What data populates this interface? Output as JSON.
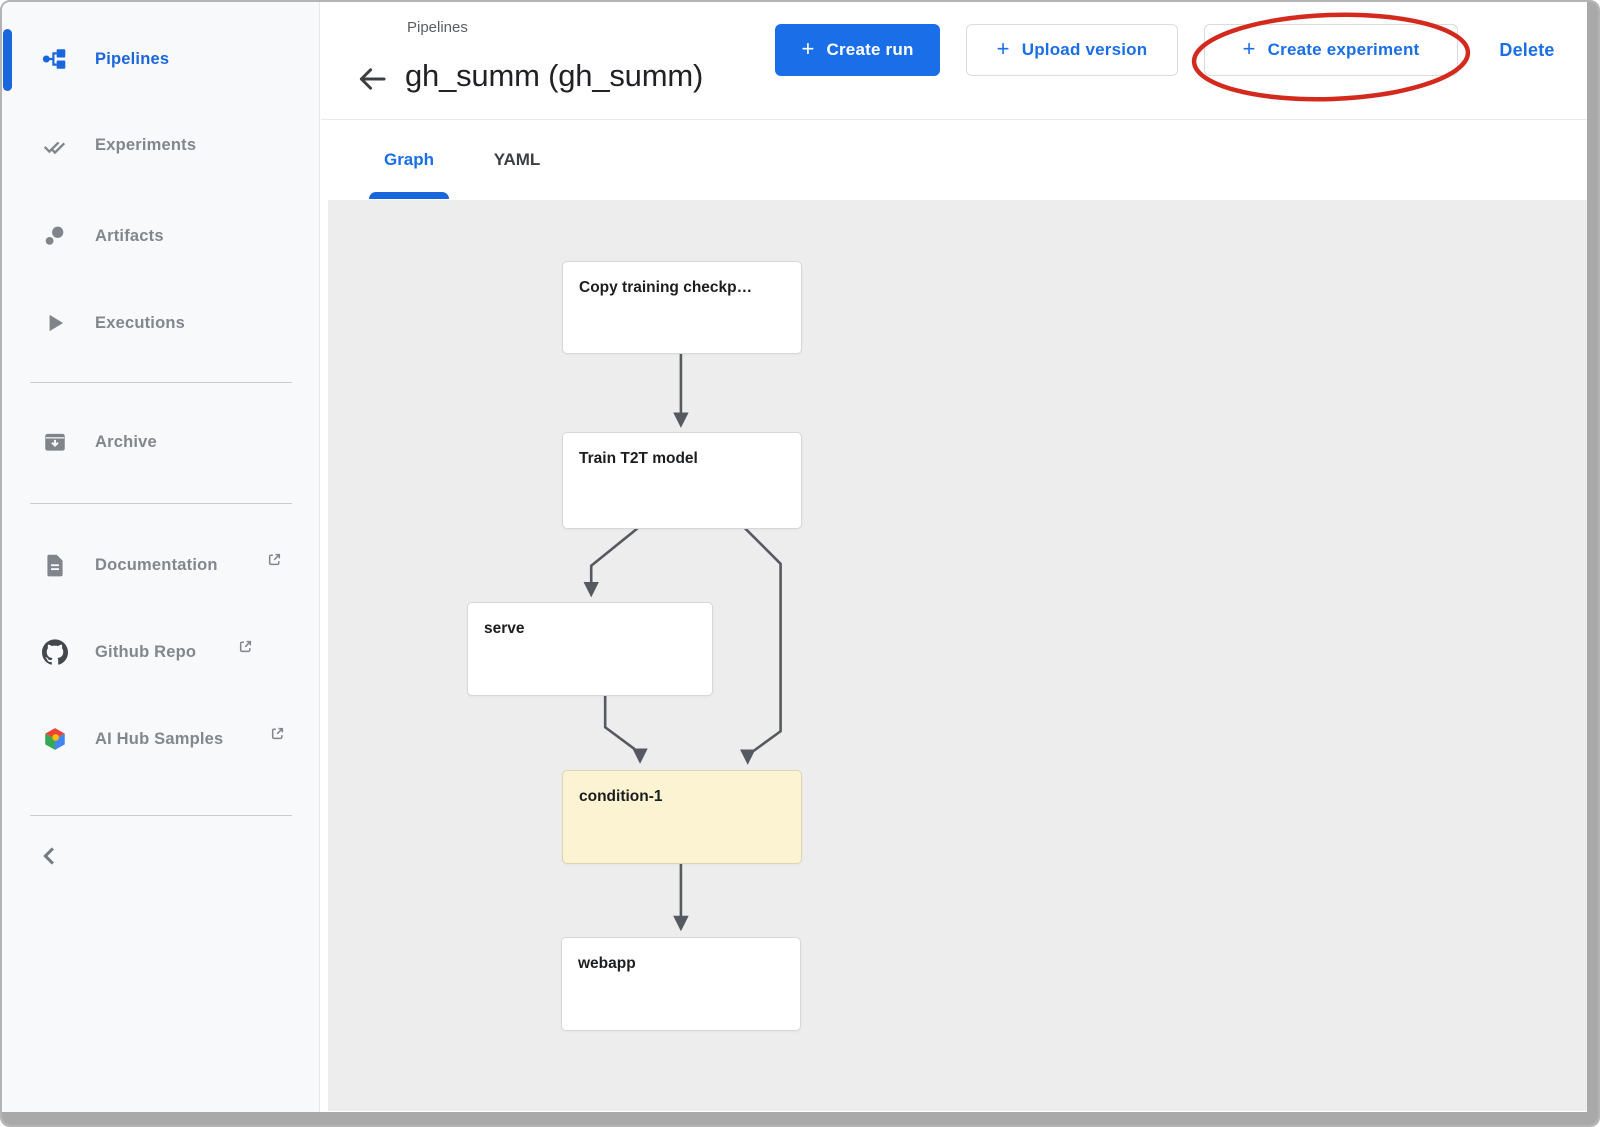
{
  "sidebar": {
    "items": [
      {
        "label": "Pipelines",
        "icon": "pipelines-icon",
        "active": true,
        "external": false
      },
      {
        "label": "Experiments",
        "icon": "experiments-icon",
        "active": false,
        "external": false
      },
      {
        "label": "Artifacts",
        "icon": "artifacts-icon",
        "active": false,
        "external": false
      },
      {
        "label": "Executions",
        "icon": "executions-icon",
        "active": false,
        "external": false
      },
      {
        "label": "Archive",
        "icon": "archive-icon",
        "active": false,
        "external": false
      },
      {
        "label": "Documentation",
        "icon": "document-icon",
        "active": false,
        "external": true
      },
      {
        "label": "Github Repo",
        "icon": "github-icon",
        "active": false,
        "external": true
      },
      {
        "label": "AI Hub Samples",
        "icon": "aihub-samples-icon",
        "active": false,
        "external": true
      }
    ]
  },
  "header": {
    "breadcrumb": "Pipelines",
    "title": "gh_summ (gh_summ)",
    "plus_glyph": "+",
    "create_run_label": "Create run",
    "upload_version_label": "Upload version",
    "create_experiment_label": "Create experiment",
    "delete_label": "Delete"
  },
  "tabs": [
    {
      "label": "Graph",
      "active": true
    },
    {
      "label": "YAML",
      "active": false
    }
  ],
  "graph": {
    "nodes": [
      {
        "label": "Copy training checkp…",
        "type": "step"
      },
      {
        "label": "Train T2T model",
        "type": "step"
      },
      {
        "label": "serve",
        "type": "step"
      },
      {
        "label": "condition-1",
        "type": "condition",
        "highlighted": true
      },
      {
        "label": "webapp",
        "type": "step"
      }
    ],
    "edges": [
      {
        "from": "Copy training checkp…",
        "to": "Train T2T model"
      },
      {
        "from": "Train T2T model",
        "to": "serve"
      },
      {
        "from": "Train T2T model",
        "to": "condition-1"
      },
      {
        "from": "serve",
        "to": "condition-1"
      },
      {
        "from": "condition-1",
        "to": "webapp"
      }
    ]
  },
  "annotation": {
    "type": "red-ellipse",
    "around": "Create experiment",
    "color": "#d42a1e"
  },
  "colors": {
    "accent": "#1a6fe8",
    "condition_node_fill": "#fbf3d2",
    "canvas_background": "#ededee",
    "edge": "#555a60",
    "annotation_red": "#d42a1e"
  }
}
